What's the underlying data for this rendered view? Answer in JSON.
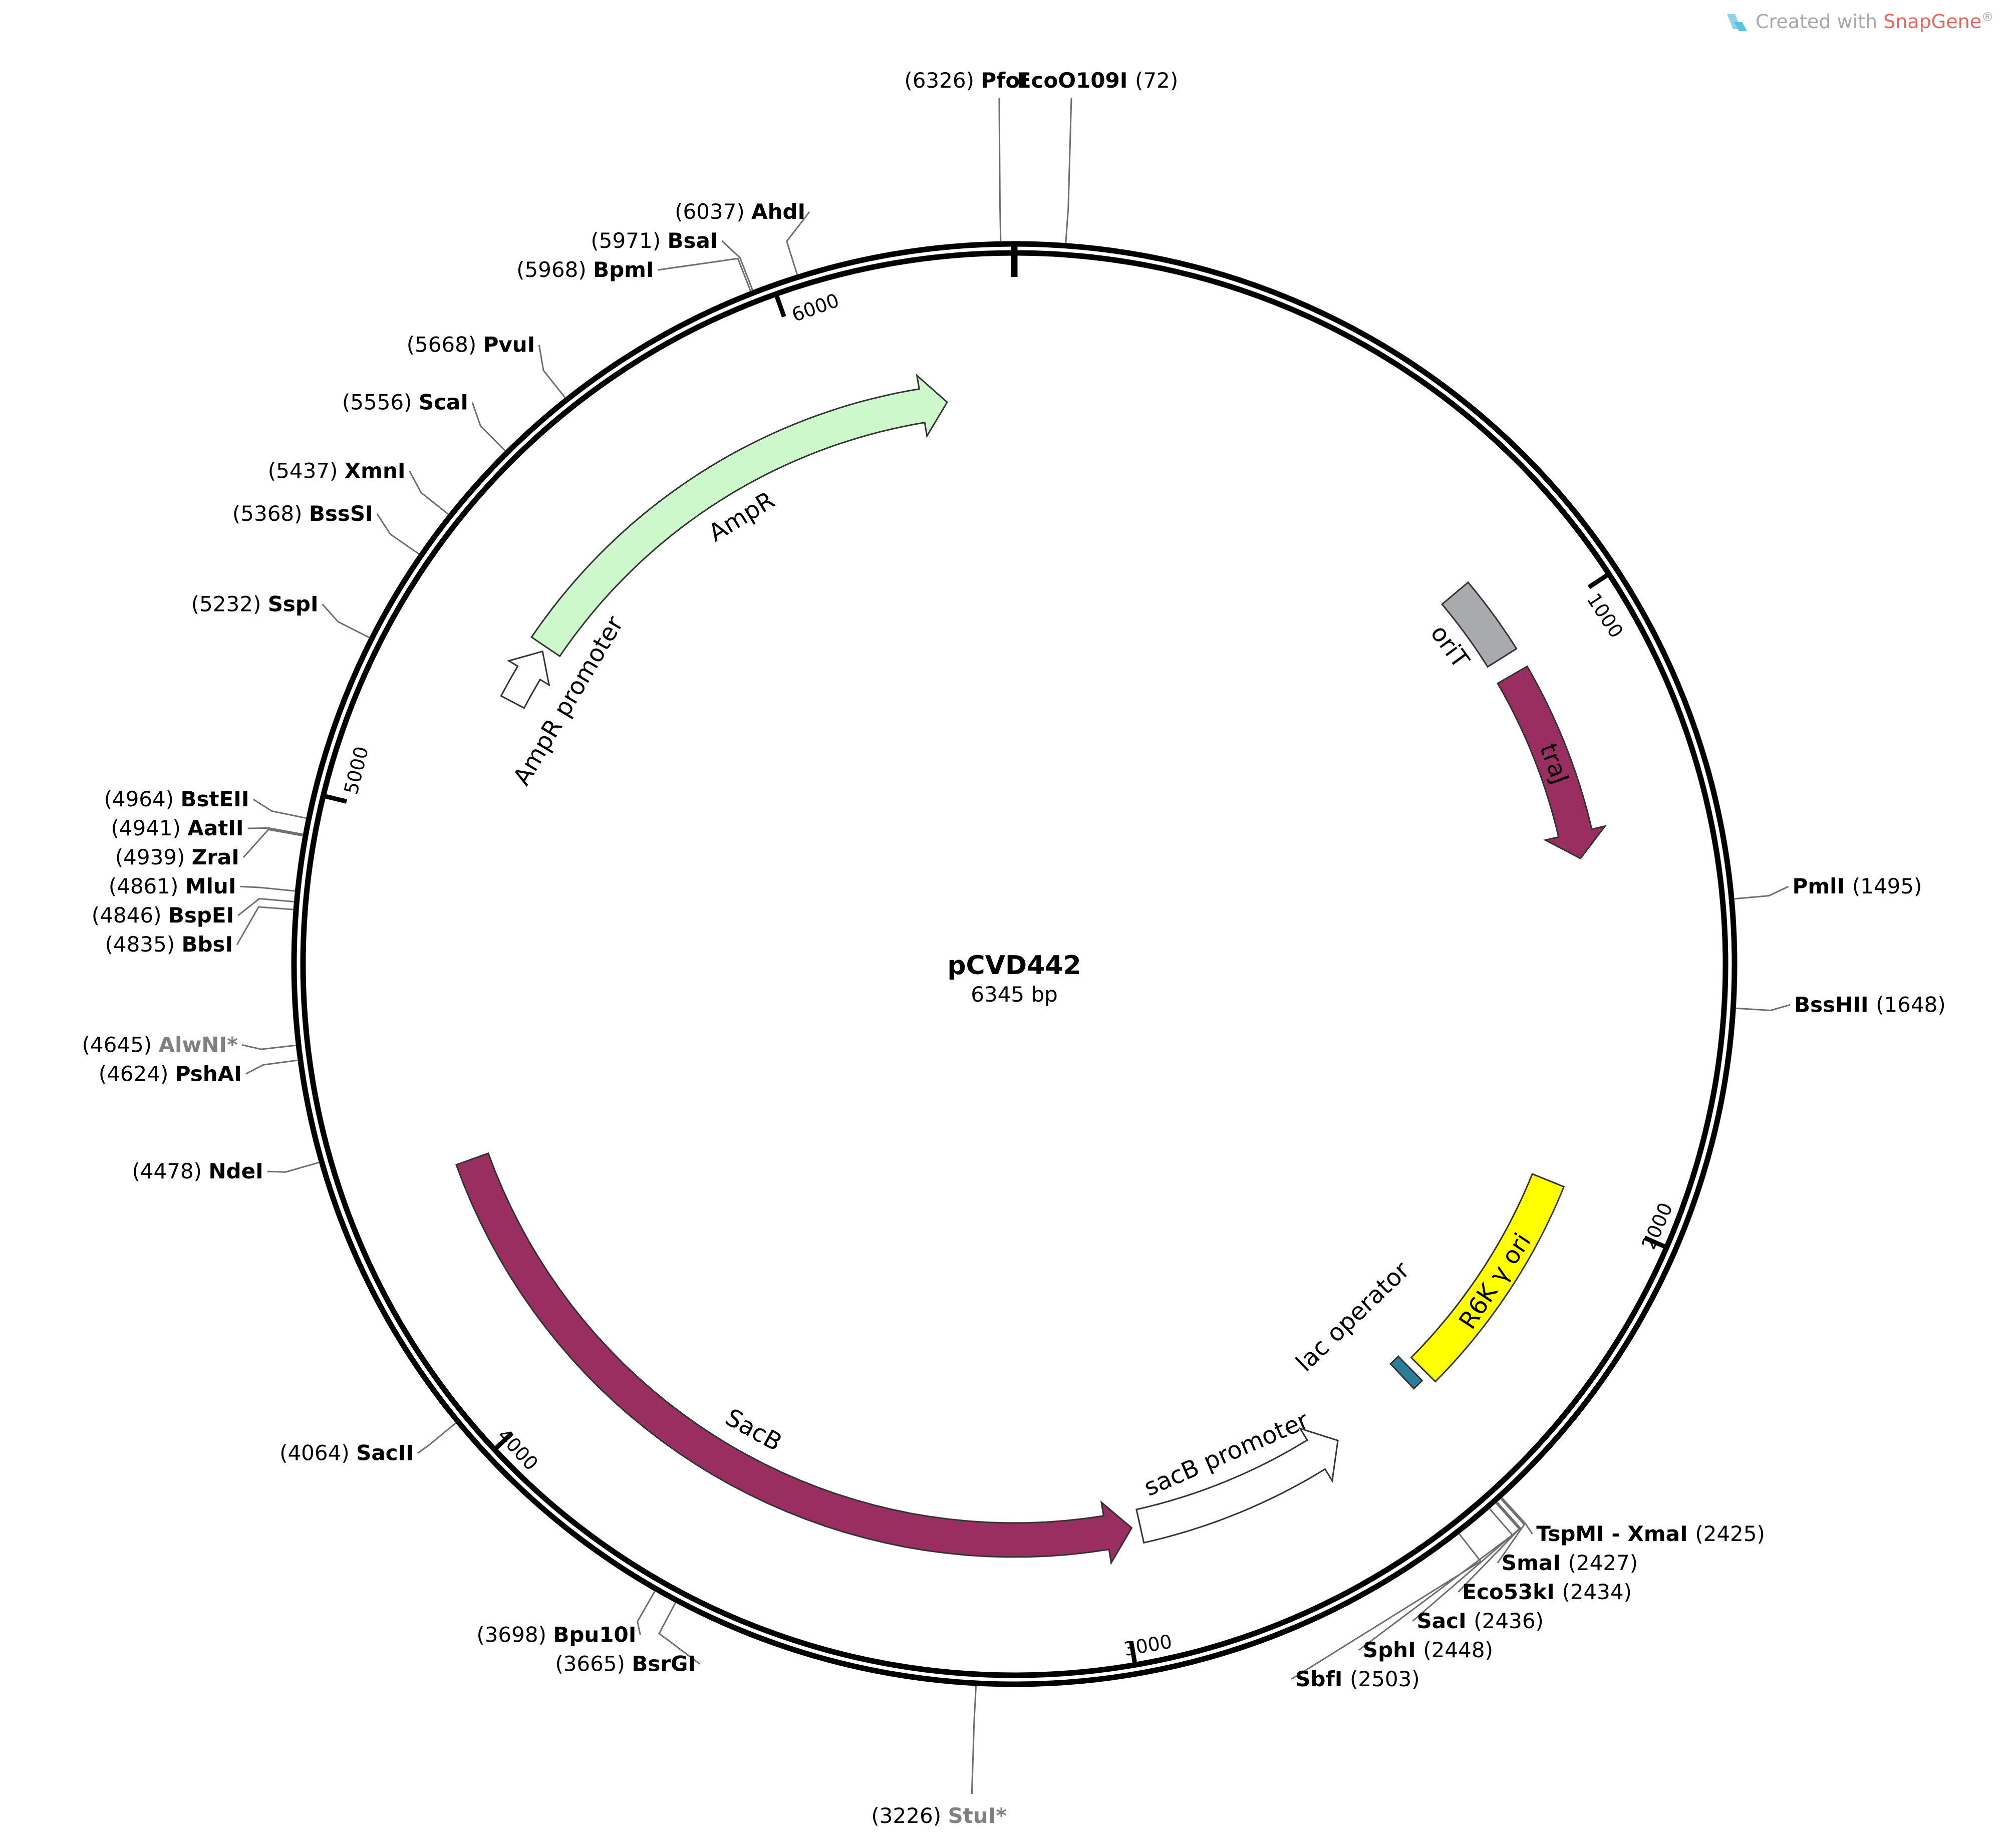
{
  "plasmid": {
    "name": "pCVD442",
    "size_label": "6345 bp",
    "length_bp": 6345
  },
  "watermark": {
    "prefix": "Created with ",
    "brand": "SnapGene",
    "suffix": "®",
    "brand_color": "#e26b5f"
  },
  "ticks": [
    {
      "bp": 1000,
      "label": "1000"
    },
    {
      "bp": 2000,
      "label": "2000"
    },
    {
      "bp": 3000,
      "label": "3000"
    },
    {
      "bp": 4000,
      "label": "4000"
    },
    {
      "bp": 5000,
      "label": "5000"
    },
    {
      "bp": 6000,
      "label": "6000"
    }
  ],
  "features": [
    {
      "name": "oriT",
      "start": 880,
      "end": 1020,
      "direction": "none",
      "color": "#a8aaad",
      "label_color": "#000000"
    },
    {
      "name": "traJ",
      "start": 1055,
      "end": 1400,
      "direction": "forward",
      "color": "#992f61",
      "label_color": "#ffffff"
    },
    {
      "name": "R6K γ ori",
      "start": 1975,
      "end": 2375,
      "direction": "none",
      "color": "#ffff00",
      "label_color": "#000000"
    },
    {
      "name": "lac operator",
      "start": 2390,
      "end": 2410,
      "direction": "none",
      "color": "#2a7e9a",
      "label_color": "#000000"
    },
    {
      "name": "sacB promoter",
      "start": 2570,
      "end": 2950,
      "direction": "reverse",
      "color": "#ffffff",
      "label_color": "#000000"
    },
    {
      "name": "SacB",
      "start": 2965,
      "end": 4410,
      "direction": "reverse",
      "color": "#992f61",
      "label_color": "#000000"
    },
    {
      "name": "AmpR promoter",
      "start": 5245,
      "end": 5350,
      "direction": "forward",
      "color": "#ffffff",
      "label_color": "#000000"
    },
    {
      "name": "AmpR",
      "start": 5360,
      "end": 6225,
      "direction": "forward",
      "color": "#ccf8cc",
      "label_color": "#000000"
    }
  ],
  "sites": [
    {
      "name": "PfoI",
      "pos": "(6326)",
      "bp": 6326,
      "grey": false
    },
    {
      "name": "EcoO109I",
      "pos": "(72)",
      "bp": 72,
      "grey": false
    },
    {
      "name": "AhdI",
      "pos": "(6037)",
      "bp": 6037,
      "grey": false
    },
    {
      "name": "BsaI",
      "pos": "(5971)",
      "bp": 5971,
      "grey": false
    },
    {
      "name": "BpmI",
      "pos": "(5968)",
      "bp": 5968,
      "grey": false
    },
    {
      "name": "PvuI",
      "pos": "(5668)",
      "bp": 5668,
      "grey": false
    },
    {
      "name": "ScaI",
      "pos": "(5556)",
      "bp": 5556,
      "grey": false
    },
    {
      "name": "XmnI",
      "pos": "(5437)",
      "bp": 5437,
      "grey": false
    },
    {
      "name": "BssSI",
      "pos": "(5368)",
      "bp": 5368,
      "grey": false
    },
    {
      "name": "SspI",
      "pos": "(5232)",
      "bp": 5232,
      "grey": false
    },
    {
      "name": "BstEII",
      "pos": "(4964)",
      "bp": 4964,
      "grey": false
    },
    {
      "name": "AatII",
      "pos": "(4941)",
      "bp": 4941,
      "grey": false
    },
    {
      "name": "ZraI",
      "pos": "(4939)",
      "bp": 4939,
      "grey": false
    },
    {
      "name": "MluI",
      "pos": "(4861)",
      "bp": 4861,
      "grey": false
    },
    {
      "name": "BspEI",
      "pos": "(4846)",
      "bp": 4846,
      "grey": false
    },
    {
      "name": "BbsI",
      "pos": "(4835)",
      "bp": 4835,
      "grey": false
    },
    {
      "name": "AlwNI*",
      "pos": "(4645)",
      "bp": 4645,
      "grey": true
    },
    {
      "name": "PshAI",
      "pos": "(4624)",
      "bp": 4624,
      "grey": false
    },
    {
      "name": "NdeI",
      "pos": "(4478)",
      "bp": 4478,
      "grey": false
    },
    {
      "name": "SacII",
      "pos": "(4064)",
      "bp": 4064,
      "grey": false
    },
    {
      "name": "Bpu10I",
      "pos": "(3698)",
      "bp": 3698,
      "grey": false
    },
    {
      "name": "BsrGI",
      "pos": "(3665)",
      "bp": 3665,
      "grey": false
    },
    {
      "name": "StuI*",
      "pos": "(3226)",
      "bp": 3226,
      "grey": true
    },
    {
      "name": "PmlI",
      "pos": "(1495)",
      "bp": 1495,
      "grey": false
    },
    {
      "name": "BssHII",
      "pos": "(1648)",
      "bp": 1648,
      "grey": false
    },
    {
      "name": "TspMI - XmaI",
      "pos": "(2425)",
      "bp": 2425,
      "grey": false
    },
    {
      "name": "SmaI",
      "pos": "(2427)",
      "bp": 2427,
      "grey": false
    },
    {
      "name": "Eco53kI",
      "pos": "(2434)",
      "bp": 2434,
      "grey": false
    },
    {
      "name": "SacI",
      "pos": "(2436)",
      "bp": 2436,
      "grey": false
    },
    {
      "name": "SphI",
      "pos": "(2448)",
      "bp": 2448,
      "grey": false
    },
    {
      "name": "SbfI",
      "pos": "(2503)",
      "bp": 2503,
      "grey": false
    }
  ]
}
